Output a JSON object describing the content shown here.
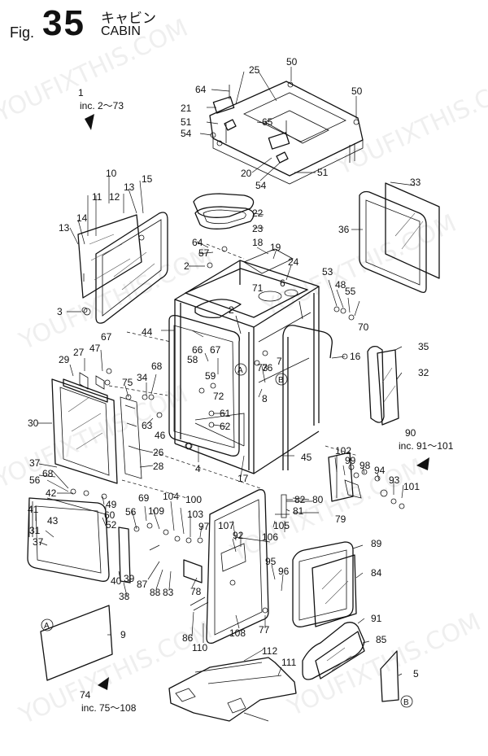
{
  "header": {
    "fig_prefix": "Fig.",
    "fig_number": "35",
    "title_jp": "キャビン",
    "title_en": "CABIN"
  },
  "assemblies": [
    {
      "no": "1",
      "inc": "inc. 2～73"
    },
    {
      "no": "74",
      "inc": "inc. 75～108"
    },
    {
      "no": "90",
      "inc": "inc. 91～101"
    }
  ],
  "callouts": [
    "A",
    "B"
  ],
  "watermark": "YOUFIXTHIS.COM",
  "part_labels": [
    "2",
    "3",
    "4",
    "5",
    "6",
    "7",
    "8",
    "9",
    "10",
    "11",
    "12",
    "13",
    "13",
    "14",
    "15",
    "16",
    "17",
    "18",
    "19",
    "20",
    "21",
    "22",
    "23",
    "24",
    "25",
    "26",
    "27",
    "28",
    "29",
    "30",
    "31",
    "32",
    "33",
    "34",
    "35",
    "36",
    "37",
    "37",
    "38",
    "39",
    "40",
    "41",
    "42",
    "43",
    "44",
    "45",
    "46",
    "47",
    "48",
    "49",
    "50",
    "50",
    "51",
    "51",
    "52",
    "53",
    "54",
    "54",
    "55",
    "56",
    "56",
    "57",
    "58",
    "59",
    "60",
    "61",
    "62",
    "63",
    "64",
    "64",
    "65",
    "66",
    "67",
    "67",
    "68",
    "68",
    "69",
    "70",
    "71",
    "72",
    "73",
    "75",
    "76",
    "77",
    "78",
    "79",
    "80",
    "81",
    "82",
    "83",
    "84",
    "85",
    "86",
    "87",
    "88",
    "89",
    "91",
    "92",
    "93",
    "94",
    "95",
    "96",
    "97",
    "98",
    "99",
    "100",
    "101",
    "102",
    "103",
    "104",
    "105",
    "106",
    "107",
    "108",
    "109",
    "110",
    "111",
    "112"
  ]
}
